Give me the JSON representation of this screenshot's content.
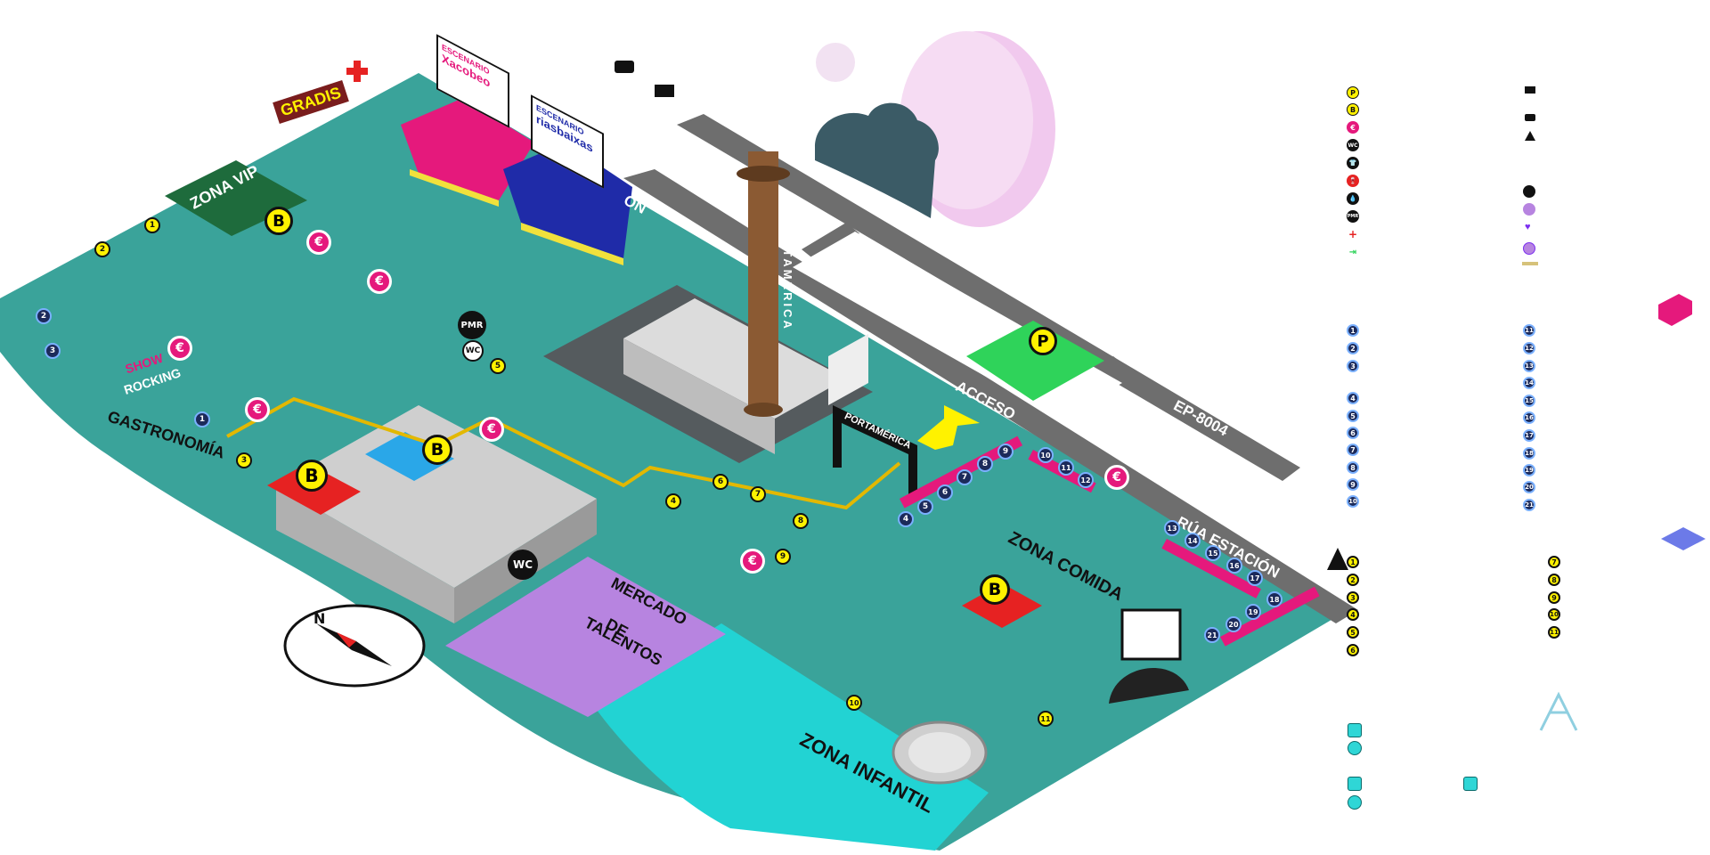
{
  "zones": {
    "vip": "ZONA VIP",
    "gastronomia": "GASTRONOMÍA",
    "mercado": [
      "MERCADO",
      "DE",
      "TALENTOS"
    ],
    "comida": "ZONA COMIDA",
    "infantil": "ZONA INFANTIL"
  },
  "stages": {
    "xacobeo": {
      "top": "ESCENARIO",
      "name": "Xacobeo"
    },
    "riasbaixas": {
      "top": "ESCENARIO",
      "name": "riasbaixas"
    },
    "stage_banner": "PORTAMÉRICA",
    "gradis": "GRADIS",
    "show_rocking": [
      "SHOW",
      "ROCKING"
    ]
  },
  "tower": "PORTAMÉRICA",
  "arch": "PORTAMÉRICA",
  "roads": {
    "acceso": "ACCESO",
    "ep": "EP-8004",
    "rua": "RÚA ESTACIÓN",
    "top_fragment": "ÓN"
  },
  "badges": {
    "bar": "B",
    "parking": "P",
    "pmr": "PMR",
    "wc": "WC",
    "euro": "€"
  },
  "numbers_yellow": [
    "1",
    "2",
    "3",
    "4",
    "5",
    "6",
    "7",
    "8",
    "9",
    "10",
    "11"
  ],
  "numbers_blue": [
    "1",
    "2",
    "3",
    "4",
    "5",
    "6",
    "7",
    "8",
    "9",
    "10",
    "11",
    "12",
    "13",
    "14",
    "15",
    "16",
    "17",
    "18",
    "19",
    "20",
    "21"
  ],
  "legend": {
    "left_top": [
      "P",
      "B",
      "€",
      "WC",
      "👕",
      "🍷",
      "💧",
      "PMR",
      "+",
      "⇥"
    ],
    "left_numbers_blue": [
      "1",
      "2",
      "3",
      "4",
      "5",
      "6",
      "7",
      "8",
      "9",
      "10"
    ],
    "right_numbers_blue": [
      "11",
      "12",
      "13",
      "14",
      "15",
      "16",
      "17",
      "18",
      "19",
      "20",
      "21"
    ],
    "left_numbers_yellow": [
      "1",
      "2",
      "3",
      "4",
      "5",
      "6"
    ],
    "right_numbers_yellow": [
      "7",
      "8",
      "9",
      "10",
      "11"
    ]
  },
  "colors": {
    "ground": "#3aa39a",
    "infantil": "#22d3d3",
    "mercado": "#b784e0",
    "magenta": "#e5197c",
    "yellow": "#fff200",
    "navy": "#1c2a5a",
    "green": "#2fd35a",
    "road": "#6e6e6e",
    "moon": "#f1c9ee",
    "cloud": "#3b5b66"
  }
}
